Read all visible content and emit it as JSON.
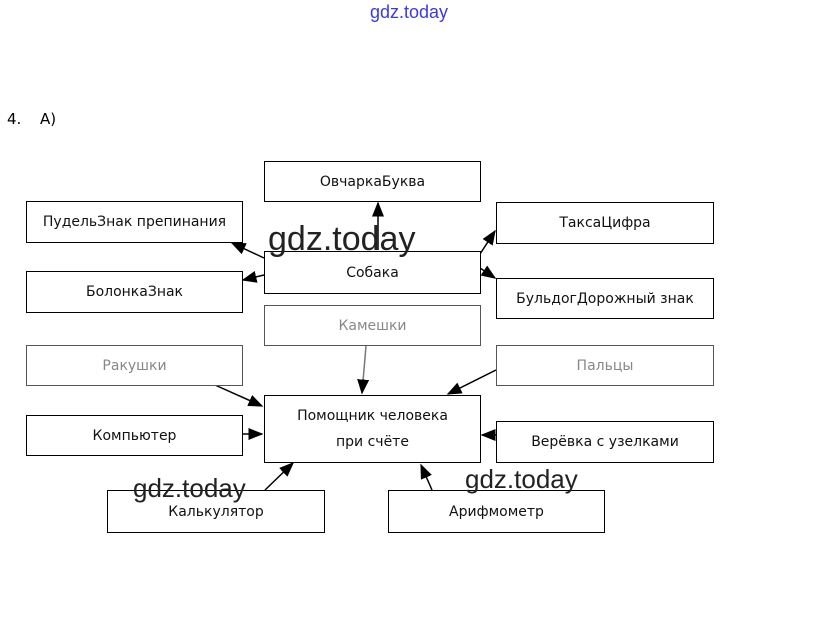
{
  "watermark_top": "gdz.today",
  "watermarks": [
    "gdz.today",
    "gdz.today",
    "gdz.today"
  ],
  "task_number": "4.",
  "task_part": "А)",
  "boxes": {
    "ovcharka": "ОвчаркаБуква",
    "pudel": "ПудельЗнак препинания",
    "taksa": "ТаксаЦифра",
    "sobaka": "Собака",
    "bolonka": "БолонкаЗнак",
    "buldog": "БульдогДорожный знак",
    "kameshki": "Камешки",
    "rakushki": "Ракушки",
    "paltsy": "Пальцы",
    "pomoshnik_line1": "Помощник человека",
    "pomoshnik_line2": "при счёте",
    "kompyuter": "Компьютер",
    "verevka": "Верёвка с узелками",
    "kalkulyator": "Калькулятор",
    "arifmometr": "Арифмометр"
  },
  "colors": {
    "watermark_top": "#3a3ae0"
  }
}
